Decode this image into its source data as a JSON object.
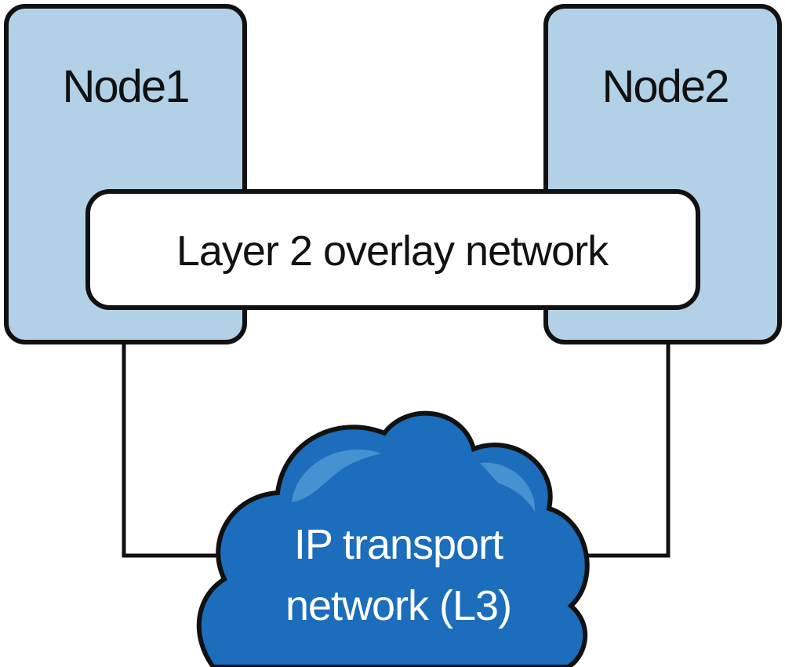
{
  "nodes": [
    {
      "label": "Node1"
    },
    {
      "label": "Node2"
    }
  ],
  "overlay": {
    "label": "Layer 2 overlay network"
  },
  "transport": {
    "line1": "IP transport",
    "line2": "network (L3)"
  },
  "colors": {
    "node_fill": "#b3d1e6",
    "outline": "#111111",
    "overlay_fill": "#ffffff",
    "cloud_fill": "#1c6dbb",
    "cloud_highlight": "#4a96d4",
    "cloud_text": "#ffffff",
    "background": "#ffffff"
  }
}
